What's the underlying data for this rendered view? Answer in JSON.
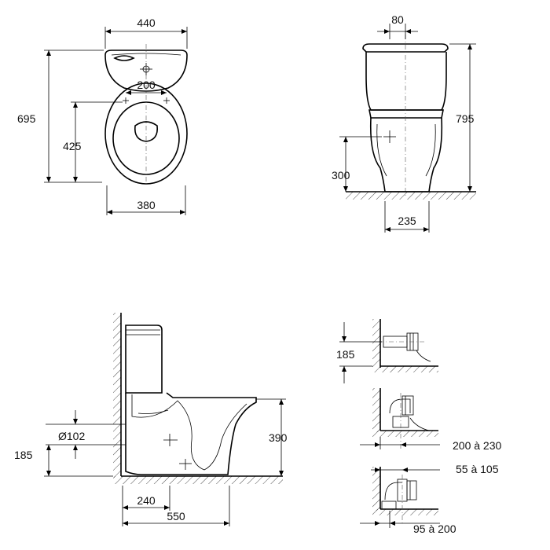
{
  "views": {
    "top": {
      "width_total": "440",
      "inlet_spacing": "200",
      "length_total": "695",
      "fixing_distance": "425",
      "base_width": "380"
    },
    "side": {
      "tank_offset": "80",
      "height_total": "795",
      "outlet_height": "300",
      "base_width": "235"
    },
    "section": {
      "outlet_diameter": "Ø102",
      "outlet_height": "185",
      "seat_height": "390",
      "outlet_distance": "240",
      "depth_total": "550"
    },
    "connectors": {
      "height": "185",
      "range_1": "200 à 230",
      "range_2": "55 à 105",
      "range_3": "95 à 200"
    }
  }
}
